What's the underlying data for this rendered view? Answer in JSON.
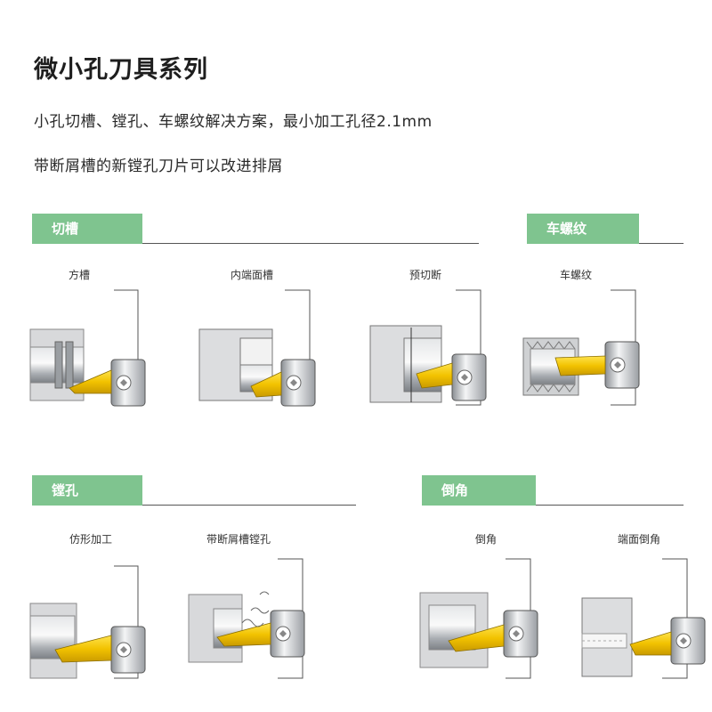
{
  "page": {
    "title": "微小孔刀具系列",
    "subtitle_1": "小孔切槽、镗孔、车螺纹解决方案，最小加工孔径2.1mm",
    "subtitle_2": "带断屑槽的新镗孔刀片可以改进排屑"
  },
  "sections": {
    "grooving": {
      "label": "切槽"
    },
    "threading": {
      "label": "车螺纹"
    },
    "boring": {
      "label": "镗孔"
    },
    "chamfer": {
      "label": "倒角"
    }
  },
  "figures": {
    "square_groove": "方槽",
    "face_groove": "内端面槽",
    "pre_cutoff": "预切断",
    "threading": "车螺纹",
    "profile": "仿形加工",
    "chipbreaker_boring": "带断屑槽镗孔",
    "chamfer": "倒角",
    "face_chamfer": "端面倒角"
  },
  "colors": {
    "accent_green": "#7fc48f",
    "insert_yellow": "#f2c200",
    "metal_gray": "#b9bcc0"
  }
}
